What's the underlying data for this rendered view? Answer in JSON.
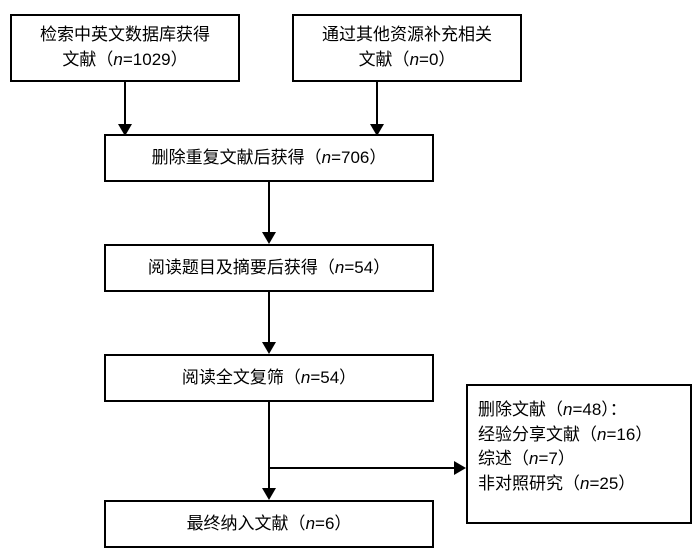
{
  "diagram": {
    "type": "prisma-flowchart",
    "nodes": [
      {
        "id": "search",
        "line1": "检索中英文数据库获得",
        "line2_pre": "文献（",
        "line2_ital": "n",
        "line2_post": "=1029）"
      },
      {
        "id": "other",
        "line1": "通过其他资源补充相关",
        "line2_pre": "文献（",
        "line2_ital": "n",
        "line2_post": "=0）"
      },
      {
        "id": "dedup",
        "line1_pre": "删除重复文献后获得（",
        "line1_ital": "n",
        "line1_post": "=706）"
      },
      {
        "id": "titleabstract",
        "line1_pre": "阅读题目及摘要后获得（",
        "line1_ital": "n",
        "line1_post": "=54）"
      },
      {
        "id": "fulltext",
        "line1_pre": "阅读全文复筛（",
        "line1_ital": "n",
        "line1_post": "=54）"
      },
      {
        "id": "included",
        "line1_pre": "最终纳入文献（",
        "line1_ital": "n",
        "line1_post": "=6）"
      }
    ],
    "excluded": {
      "rows": [
        {
          "pre": "删除文献（",
          "ital": "n",
          "post": "=48）："
        },
        {
          "pre": "经验分享文献（",
          "ital": "n",
          "post": "=16）"
        },
        {
          "pre": "综述（",
          "ital": "n",
          "post": "=7）"
        },
        {
          "pre": "非对照研究（",
          "ital": "n",
          "post": "=25）"
        }
      ]
    },
    "colors": {
      "stroke": "#000000",
      "fill": "#ffffff",
      "text": "#000000"
    }
  }
}
